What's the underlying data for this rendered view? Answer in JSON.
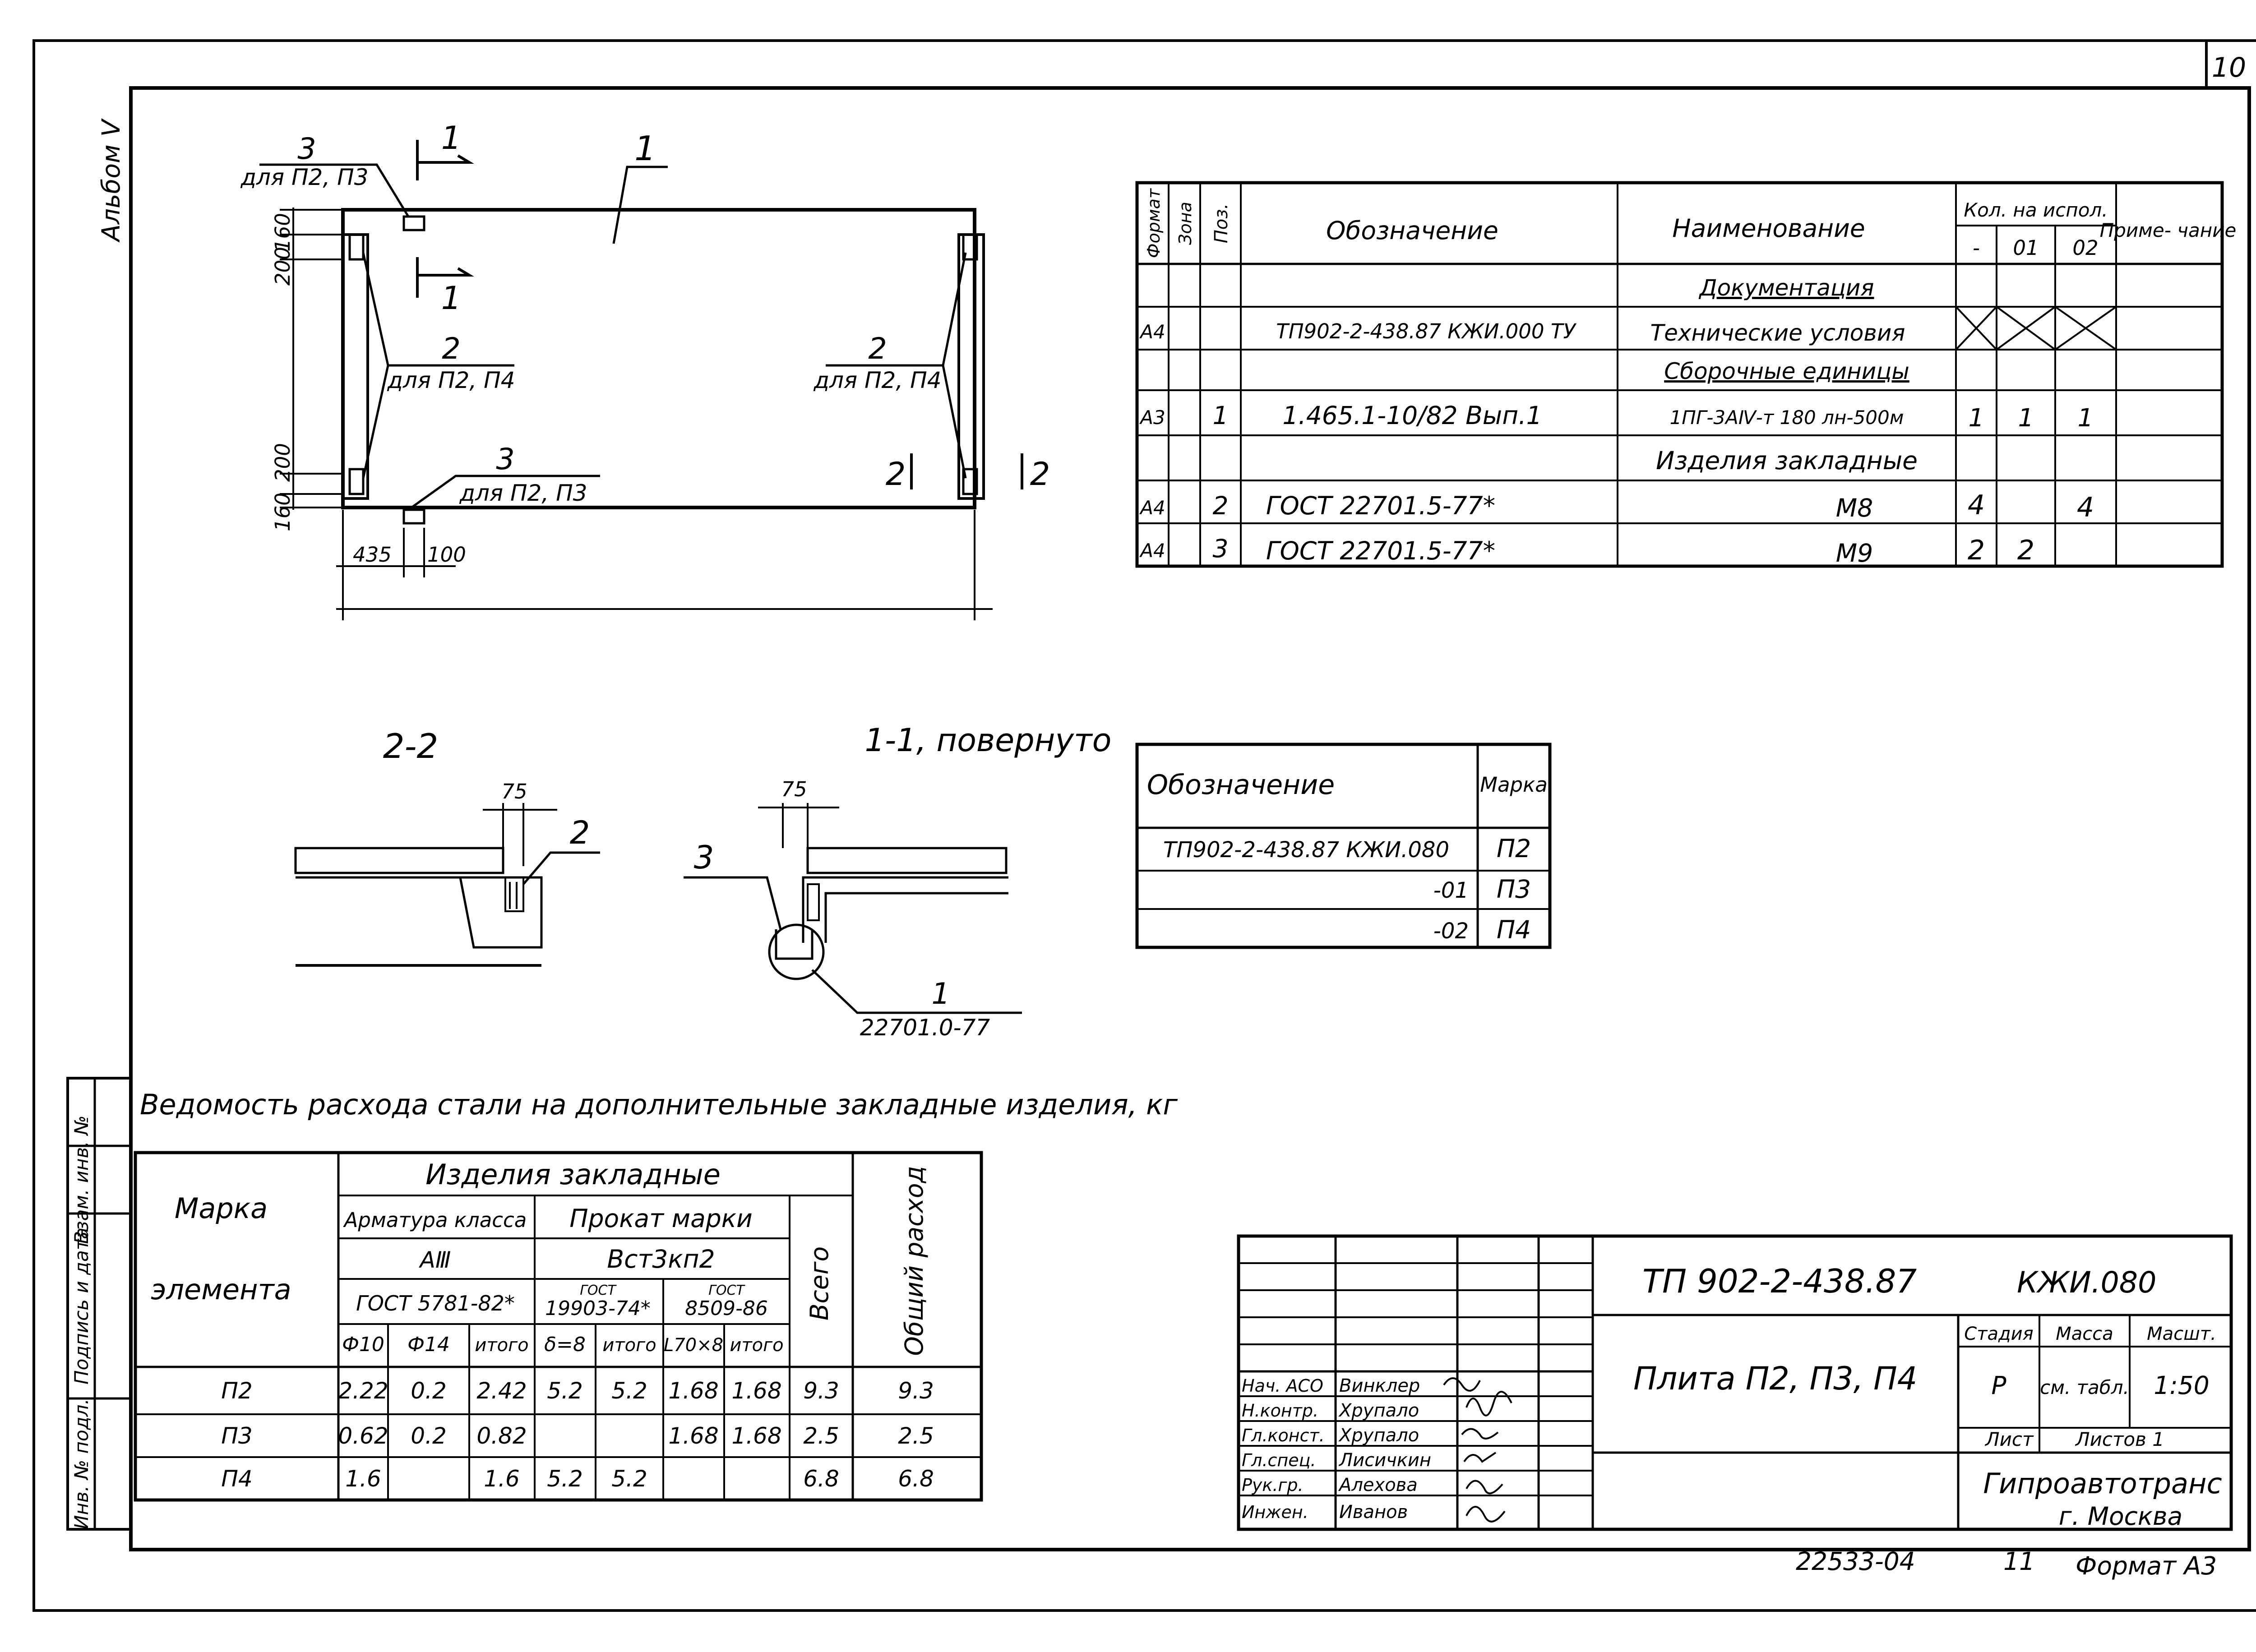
{
  "sheet": {
    "number": "10",
    "album": "Альбом V"
  },
  "plan": {
    "label_1": "1",
    "section_1_top": "1",
    "section_1_bottom": "1",
    "section_2_left": "2",
    "section_2_right": "2",
    "callout_2_left_num": "2",
    "callout_2_left_note": "для П2, П4",
    "callout_2_right_num": "2",
    "callout_2_right_note": "для П2, П4",
    "callout_3_top_num": "3",
    "callout_3_top_note": "для П2, П3",
    "callout_3_bottom_num": "3",
    "callout_3_bottom_note": "для П2, П3",
    "dim_160_top": "160",
    "dim_200_top": "200",
    "dim_200_bottom": "200",
    "dim_160_bottom": "160",
    "dim_435": "435",
    "dim_100": "100"
  },
  "spec": {
    "headers": {
      "format": "Формат",
      "zone": "Зона",
      "pos": "Поз.",
      "designation": "Обозначение",
      "name": "Наименование",
      "qty": "Кол. на испол.",
      "qty_cols": [
        "-",
        "01",
        "02"
      ],
      "note": "Приме- чание"
    },
    "rows": [
      {
        "format": "",
        "zone": "",
        "pos": "",
        "designation": "",
        "name": "Документация",
        "q0": "",
        "q1": "",
        "q2": "",
        "note": "",
        "section": true
      },
      {
        "format": "А4",
        "zone": "",
        "pos": "",
        "designation": "ТП902-2-438.87 КЖИ.000 ТУ",
        "name": "Технические условия",
        "q0": "",
        "q1": "",
        "q2": "",
        "note": "",
        "crossed": true
      },
      {
        "format": "",
        "zone": "",
        "pos": "",
        "designation": "",
        "name": "Сборочные единицы",
        "q0": "",
        "q1": "",
        "q2": "",
        "note": "",
        "section": true
      },
      {
        "format": "А3",
        "zone": "",
        "pos": "1",
        "designation": "1.465.1-10/82 Вып.1",
        "name": "1ПГ-3АⅣ-т 180 лн-500м",
        "q0": "1",
        "q1": "1",
        "q2": "1",
        "note": ""
      },
      {
        "format": "",
        "zone": "",
        "pos": "",
        "designation": "",
        "name": "Изделия закладные",
        "q0": "",
        "q1": "",
        "q2": "",
        "note": ""
      },
      {
        "format": "А4",
        "zone": "",
        "pos": "2",
        "designation": "ГОСТ 22701.5-77*",
        "name": "М8",
        "q0": "4",
        "q1": "",
        "q2": "4",
        "note": ""
      },
      {
        "format": "А4",
        "zone": "",
        "pos": "3",
        "designation": "ГОСТ 22701.5-77*",
        "name": "М9",
        "q0": "2",
        "q1": "2",
        "q2": "",
        "note": ""
      }
    ]
  },
  "sections": {
    "s22_title": "2-2",
    "s22_dim": "75",
    "s22_label2": "2",
    "s11_title": "1-1, повернуто",
    "s11_dim": "75",
    "s11_label3": "3",
    "s11_label1": "1",
    "s11_ref": "22701.0-77"
  },
  "marks": {
    "headers": {
      "designation": "Обозначение",
      "mark": "Марка"
    },
    "rows": [
      {
        "designation": "ТП902-2-438.87 КЖИ.080",
        "mark": "П2"
      },
      {
        "designation": "-01",
        "mark": "П3"
      },
      {
        "designation": "-02",
        "mark": "П4"
      }
    ]
  },
  "steel": {
    "title": "Ведомость расхода стали на дополнительные закладные изделия, кг",
    "h_mark1": "Марка",
    "h_mark2": "элемента",
    "h_items": "Изделия закладные",
    "h_rebar": "Арматура класса",
    "h_rebar_class": "АⅢ",
    "h_rebar_gost": "ГОСТ 5781-82*",
    "h_rolled": "Прокат марки",
    "h_rolled_grade": "Вст3кп2",
    "h_gost1_top": "ГОСТ",
    "h_gost1": "19903-74*",
    "h_gost2_top": "ГОСТ",
    "h_gost2": "8509-86",
    "h_total": "Всего",
    "h_overall": "Общий расход",
    "sub": [
      "Ф10",
      "Ф14",
      "итого",
      "δ=8",
      "итого",
      "L70×8",
      "итого"
    ],
    "rows": [
      {
        "mark": "П2",
        "f10": "2.22",
        "f14": "0.2",
        "t1": "2.42",
        "d8": "5.2",
        "t2": "5.2",
        "l70": "1.68",
        "t3": "1.68",
        "total": "9.3",
        "overall": "9.3"
      },
      {
        "mark": "П3",
        "f10": "0.62",
        "f14": "0.2",
        "t1": "0.82",
        "d8": "",
        "t2": "",
        "l70": "1.68",
        "t3": "1.68",
        "total": "2.5",
        "overall": "2.5"
      },
      {
        "mark": "П4",
        "f10": "1.6",
        "f14": "",
        "t1": "1.6",
        "d8": "5.2",
        "t2": "5.2",
        "l70": "",
        "t3": "",
        "total": "6.8",
        "overall": "6.8"
      }
    ]
  },
  "left_strip": [
    "Инв. № подл.",
    "Подпись и дата",
    "Взам. инв. №"
  ],
  "title_block": {
    "code": "ТП 902-2-438.87",
    "code2": "КЖИ.080",
    "name": "Плита П2, П3, П4",
    "stage_h": "Стадия",
    "mass_h": "Масса",
    "scale_h": "Масшт.",
    "stage": "Р",
    "mass": "см. табл.",
    "scale": "1:50",
    "sheet_h": "Лист",
    "sheets_h": "Листов 1",
    "org1": "Гипроавтотранс",
    "org2": "г. Москва",
    "people": [
      {
        "role": "Нач. АСО",
        "name": "Винклер"
      },
      {
        "role": "Н.контр.",
        "name": "Хрупало"
      },
      {
        "role": "Гл.конст.",
        "name": "Хрупало"
      },
      {
        "role": "Гл.спец.",
        "name": "Лисичкин"
      },
      {
        "role": "Рук.гр.",
        "name": "Алехова"
      },
      {
        "role": "Инжен.",
        "name": "Иванов"
      }
    ]
  },
  "footer": {
    "inv": "22533-04",
    "sheet": "11",
    "format": "Формат А3"
  }
}
